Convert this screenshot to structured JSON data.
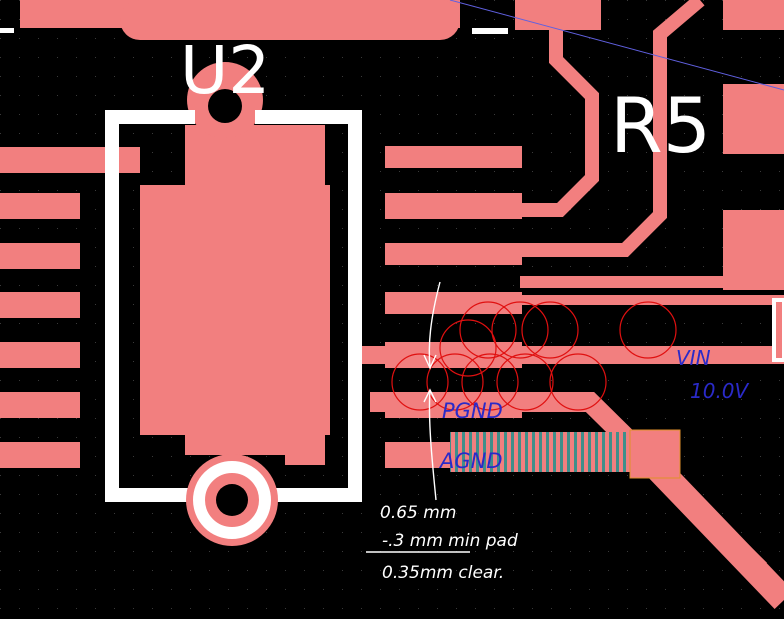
{
  "colors": {
    "background": "#000000",
    "copper": "#f27f7f",
    "silkscreen": "#ffffff",
    "drill_circle": "#e01010",
    "note_blue": "#2a2ac8",
    "hatch_teal": "#3f8f8a",
    "pad_outline": "#e0902a",
    "ratsnest": "#6060e0"
  },
  "components": {
    "u2": {
      "designator": "U2",
      "icon": "ic-package-outline-icon"
    },
    "r5": {
      "designator": "R5"
    }
  },
  "nets": {
    "vin": "VIN",
    "vin_value": "10.0V",
    "pgnd": "PGND",
    "agnd": "AGND"
  },
  "annotation": {
    "line1": "0.65 mm",
    "line2": "-.3 mm min pad",
    "line3": "0.35mm clear."
  }
}
